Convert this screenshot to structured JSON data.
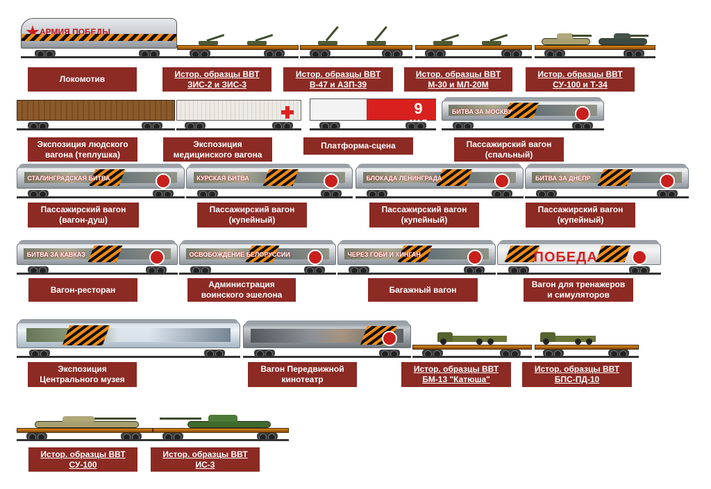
{
  "cars": [
    {
      "id": "loco",
      "kind": "locomotive",
      "slogan": "АРМИЯ ПОБЕДЫ"
    },
    {
      "id": "zis",
      "kind": "flat-guns"
    },
    {
      "id": "aa",
      "kind": "flat-guns"
    },
    {
      "id": "m30",
      "kind": "flat-guns"
    },
    {
      "id": "su100t34",
      "kind": "flat-tanks"
    },
    {
      "id": "teplushka",
      "kind": "boxcar"
    },
    {
      "id": "medic",
      "kind": "medcar"
    },
    {
      "id": "stage",
      "kind": "stage",
      "big": "9",
      "small": "МАЯ"
    },
    {
      "id": "moskva",
      "kind": "coach",
      "slogan": "БИТВА ЗА МОСКВУ"
    },
    {
      "id": "stalingrad",
      "kind": "coach",
      "slogan": "СТАЛИНГРАДСКАЯ БИТВА"
    },
    {
      "id": "kursk",
      "kind": "coach",
      "slogan": "КУРСКАЯ БИТВА"
    },
    {
      "id": "leningrad",
      "kind": "coach",
      "slogan": "БЛОКАДА ЛЕНИНГРАДА"
    },
    {
      "id": "dnepr",
      "kind": "coach",
      "slogan": "БИТВА ЗА ДНЕПР"
    },
    {
      "id": "kavkaz",
      "kind": "coach",
      "slogan": "БИТВА ЗА КАВКАЗ"
    },
    {
      "id": "belarus",
      "kind": "coach",
      "slogan": "ОСВОБОЖДЕНИЕ БЕЛОРУССИИ"
    },
    {
      "id": "gobi",
      "kind": "coach",
      "slogan": "ЧЕРЕЗ ГОБИ И ХИНГАН"
    },
    {
      "id": "pobeda",
      "kind": "coach-pobeda",
      "slogan": "ПОБЕДА"
    },
    {
      "id": "museum",
      "kind": "coach"
    },
    {
      "id": "kino",
      "kind": "coach"
    },
    {
      "id": "katyusha",
      "kind": "flat-trucks"
    },
    {
      "id": "bps",
      "kind": "flat-trucks"
    },
    {
      "id": "su100",
      "kind": "flat-tank"
    },
    {
      "id": "is3",
      "kind": "flat-tank"
    }
  ],
  "labels": [
    {
      "id": "l-loco",
      "lines": [
        "Локомотив"
      ],
      "link": false
    },
    {
      "id": "l-zis",
      "lines": [
        "Истор. образцы ВВТ",
        "ЗИС-2 и ЗИС-3"
      ],
      "link": true
    },
    {
      "id": "l-aa",
      "lines": [
        "Истор. образцы ВВТ",
        "В-47 и АЗП-39"
      ],
      "link": true
    },
    {
      "id": "l-m30",
      "lines": [
        "Истор. образцы ВВТ",
        "М-30 и МЛ-20М"
      ],
      "link": true
    },
    {
      "id": "l-su100t34",
      "lines": [
        "Истор. образцы ВВТ",
        "СУ-100 и Т-34"
      ],
      "link": true
    },
    {
      "id": "l-teplushka",
      "lines": [
        "Экспозиция людского",
        "вагона (теплушка)"
      ],
      "link": false
    },
    {
      "id": "l-medic",
      "lines": [
        "Экспозиция",
        "медицинского вагона"
      ],
      "link": false
    },
    {
      "id": "l-stage",
      "lines": [
        "Платформа-сцена"
      ],
      "link": false
    },
    {
      "id": "l-moskva",
      "lines": [
        "Пассажирский вагон",
        "(спальный)"
      ],
      "link": false
    },
    {
      "id": "l-stalingrad",
      "lines": [
        "Пассажирский вагон",
        "(вагон-душ)"
      ],
      "link": false
    },
    {
      "id": "l-kursk",
      "lines": [
        "Пассажирский вагон",
        "(купейный)"
      ],
      "link": false
    },
    {
      "id": "l-leningrad",
      "lines": [
        "Пассажирский вагон",
        "(купейный)"
      ],
      "link": false
    },
    {
      "id": "l-dnepr",
      "lines": [
        "Пассажирский вагон",
        "(купейный)"
      ],
      "link": false
    },
    {
      "id": "l-kavkaz",
      "lines": [
        "Вагон-ресторан"
      ],
      "link": false
    },
    {
      "id": "l-belarus",
      "lines": [
        "Администрация",
        "воинского эшелона"
      ],
      "link": false
    },
    {
      "id": "l-gobi",
      "lines": [
        "Багажный вагон"
      ],
      "link": false
    },
    {
      "id": "l-pobeda",
      "lines": [
        "Вагон для тренажеров",
        "и симуляторов"
      ],
      "link": false
    },
    {
      "id": "l-museum",
      "lines": [
        "Экспозиция",
        "Центрального музея"
      ],
      "link": false
    },
    {
      "id": "l-kino",
      "lines": [
        "Вагон Передвижной",
        "кинотеатр"
      ],
      "link": false
    },
    {
      "id": "l-katyusha",
      "lines": [
        "Истор. образцы ВВТ",
        "БМ-13 \"Катюша\""
      ],
      "link": true
    },
    {
      "id": "l-bps",
      "lines": [
        "Истор. образцы ВВТ",
        "БПС-ПД-10"
      ],
      "link": true
    },
    {
      "id": "l-su100",
      "lines": [
        "Истор. образцы ВВТ",
        "СУ-100"
      ],
      "link": true
    },
    {
      "id": "l-is3",
      "lines": [
        "Истор. образцы ВВТ",
        "ИС-3"
      ],
      "link": true
    }
  ],
  "colors": {
    "label_bg": "#8c2a24",
    "label_text": "#ffffff",
    "ribbon_orange": "#f08a12"
  }
}
